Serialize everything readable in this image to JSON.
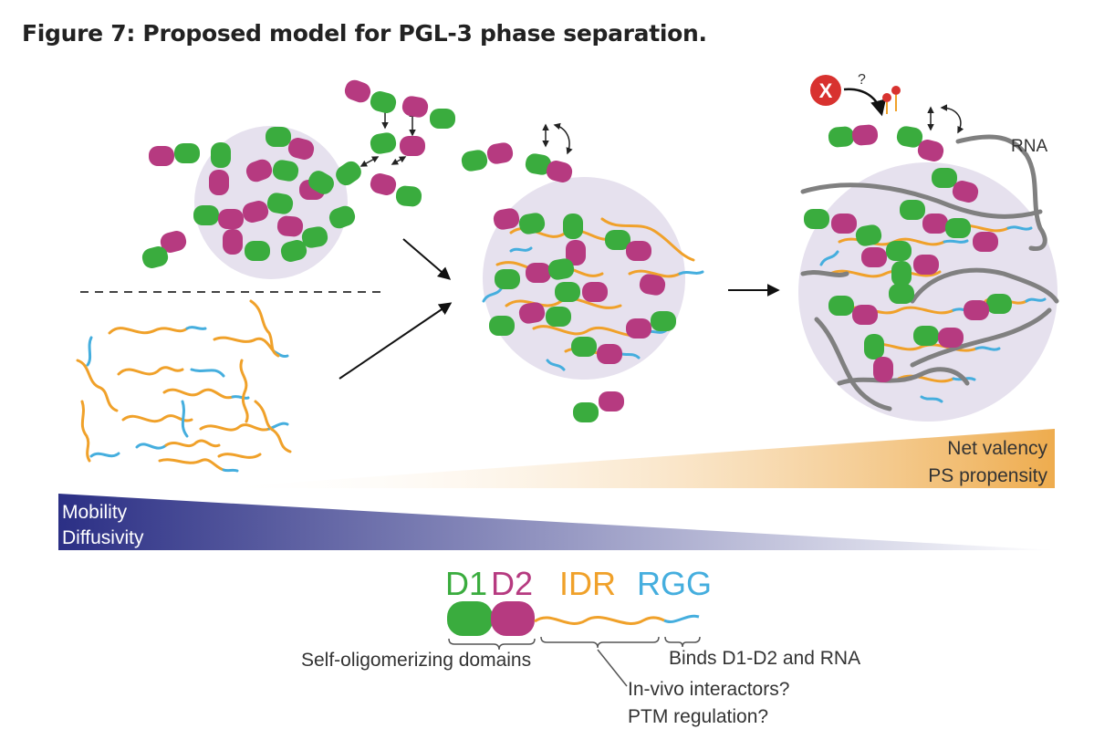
{
  "title": "Figure 7: Proposed model for PGL-3 phase separation.",
  "colors": {
    "d1": "#3aac3e",
    "d2": "#b63a80",
    "idr": "#f0a12a",
    "rgg": "#45aede",
    "droplet": "#e6e1ee",
    "mobility_start": "#2b2f85",
    "valency_end": "#eeac4e",
    "rna": "#808080",
    "inhibitor": "#d8322f"
  },
  "labels": {
    "rna": "RNA",
    "question": "?",
    "inhibitor_symbol": "X"
  },
  "gradients": {
    "valency_line1": "Net valency",
    "valency_line2": "PS propensity",
    "mobility_line1": "Mobility",
    "mobility_line2": "Diffusivity"
  },
  "legend": {
    "d1": "D1",
    "d2": "D2",
    "idr": "IDR",
    "rgg": "RGG",
    "domains_note": "Self-oligomerizing domains",
    "idr_note_line1": "In-vivo interactors?",
    "idr_note_line2": "PTM regulation?",
    "rgg_note": "Binds D1-D2 and RNA"
  }
}
